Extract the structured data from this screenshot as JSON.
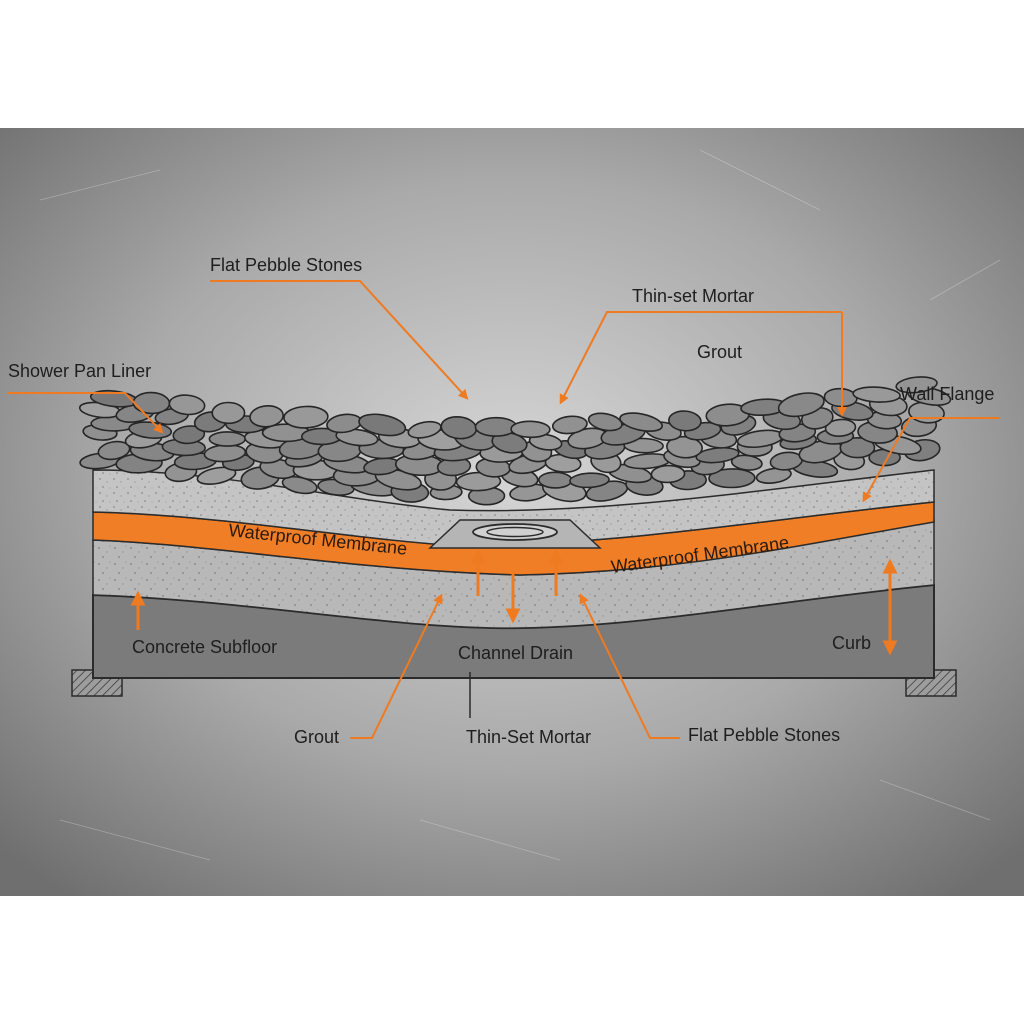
{
  "labels": {
    "flat_pebble_stones_top": "Flat Pebble Stones",
    "thin_set_mortar_top": "Thin-set Mortar",
    "grout_top": "Grout",
    "shower_pan_liner": "Shower Pan Liner",
    "wall_flange": "Wall Flange",
    "membrane_left": "Waterproof Membrane",
    "membrane_right": "Waterproof Membrane",
    "concrete_subfloor": "Concrete Subfloor",
    "channel_drain": "Channel Drain",
    "curb": "Curb",
    "grout_bottom": "Grout",
    "thin_set_mortar_bottom": "Thin-Set Mortar",
    "flat_pebble_stones_bottom": "Flat Pebble Stones"
  },
  "colors": {
    "accent": "#ee7a22",
    "membrane": "#f07e26",
    "concrete": "#7a7a7a",
    "mortar": "#bdbdbd",
    "pebble": "#8c8c8c",
    "background_texture": "#8f8f8f"
  }
}
